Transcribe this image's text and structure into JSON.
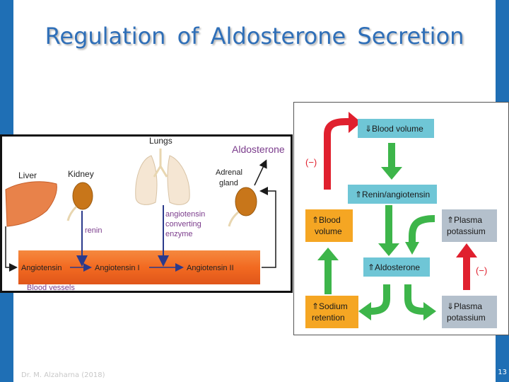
{
  "slide": {
    "title": "Regulation  of  Aldosterone  Secretion",
    "author": "Dr. M. Alzaharna (2018)",
    "page_number": "13"
  },
  "left_diagram": {
    "lungs": "Lungs",
    "aldosterone": "Aldosterone",
    "liver": "Liver",
    "kidney": "Kidney",
    "adrenal_line1": "Adrenal",
    "adrenal_line2": "gland",
    "renin": "renin",
    "ace_line1": "angiotensin",
    "ace_line2": "converting",
    "ace_line3": "enzyme",
    "angiotensinogen": "Angiotensin",
    "angiotensin_1": "Angiotensin I",
    "angiotensin_2": "Angiotensin II",
    "blood_vessels": "Blood vessels"
  },
  "right_diagram": {
    "blood_volume_top": "⇓Blood volume",
    "renin_angiotensin": "⇑Renin/angiotensin",
    "blood_volume_left_line1": "⇑Blood",
    "blood_volume_left_line2": "volume",
    "plasma_k_up_line1": "⇑Plasma",
    "plasma_k_up_line2": "potassium",
    "aldosterone": "⇑Aldosterone",
    "sodium_line1": "⇑Sodium",
    "sodium_line2": "retention",
    "plasma_k_down_line1": "⇓Plasma",
    "plasma_k_down_line2": "potassium",
    "neg_feedback_left": "(−)",
    "neg_feedback_right": "(−)"
  },
  "colors": {
    "side_bar": "#1f6fb5",
    "title": "#2f6fb8",
    "teal_box": "#6fc6d6",
    "orange_box": "#f5a623",
    "grey_box": "#b4c0cc",
    "green_arrow": "#3db54a",
    "red_arrow": "#e0202e",
    "blood_vessel": "#f26a21",
    "dark_arrow": "#2b3a8c"
  }
}
